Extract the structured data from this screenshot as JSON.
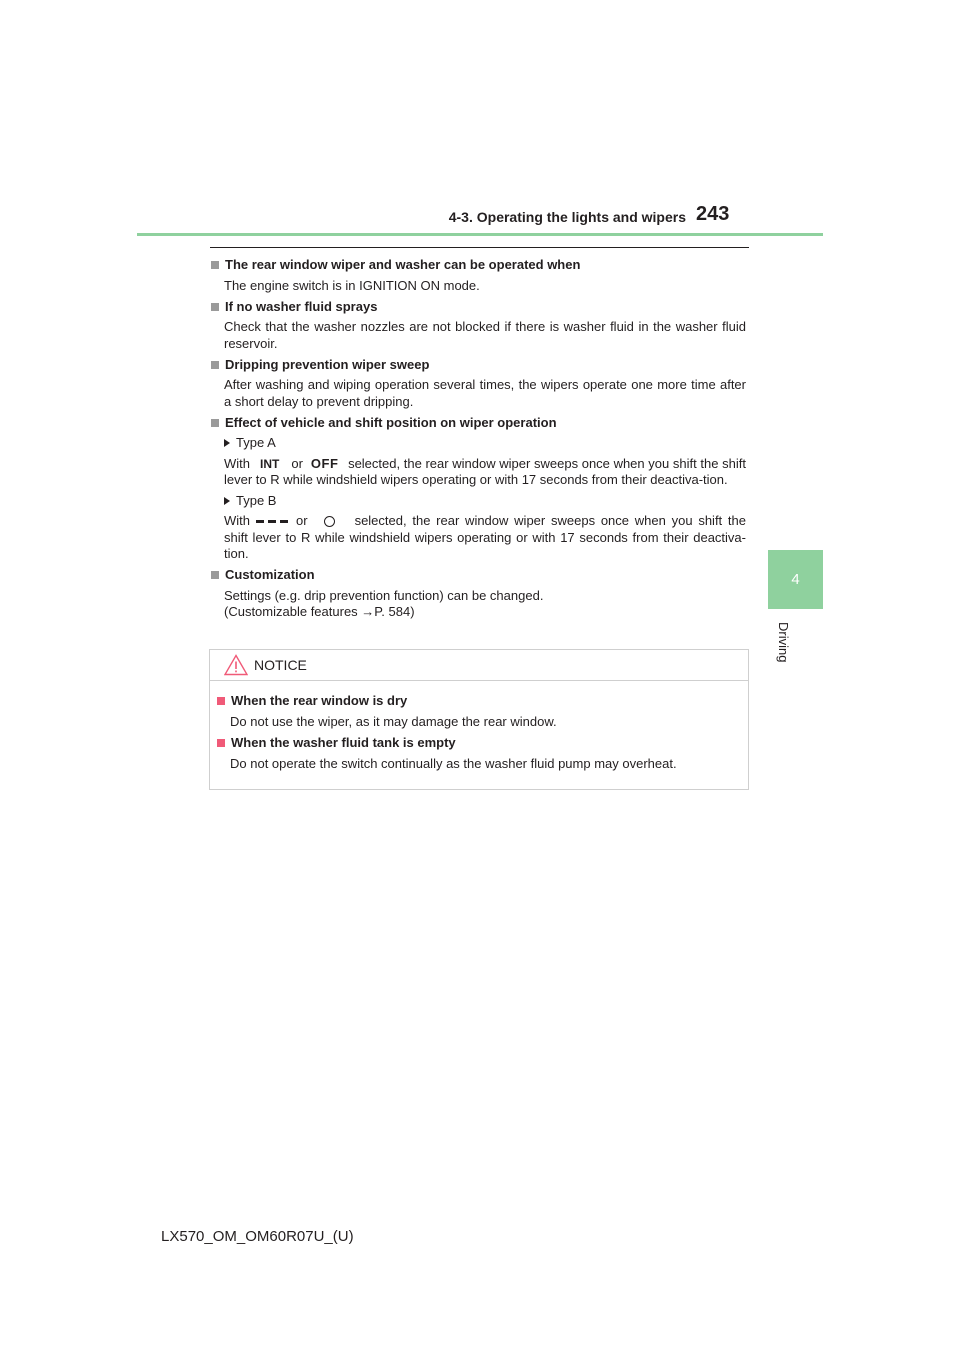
{
  "header": {
    "section_title": "4-3. Operating the lights and wipers",
    "page_number": "243"
  },
  "chapter_tab": {
    "number": "4",
    "label": "Driving",
    "color": "#8fd19e"
  },
  "sections": [
    {
      "heading": "The rear window wiper and washer can be operated when",
      "text": "The engine switch is in IGNITION ON mode."
    },
    {
      "heading": "If no washer fluid sprays",
      "text": "Check that the washer nozzles are not blocked if there is washer fluid in the washer fluid reservoir."
    },
    {
      "heading": "Dripping prevention wiper sweep",
      "text": "After washing and wiping operation several times, the wipers operate one more time after a short delay to prevent dripping."
    },
    {
      "heading": "Effect of vehicle and shift position on wiper operation",
      "type_a": {
        "label": "Type A",
        "with": "With",
        "or": "or",
        "sym_int": "INT",
        "sym_off": "OFF",
        "text": "selected, the rear window wiper sweeps once when you shift the shift lever to R while windshield wipers operating or with 17 seconds from their deactiva-tion."
      },
      "type_b": {
        "label": "Type B",
        "with": "With",
        "or": "or",
        "sym_dash": "dashed-line-icon",
        "sym_circle": "circle-icon",
        "text": "selected, the rear window wiper sweeps once when you shift the shift lever to R while windshield wipers operating or with 17 seconds from their deactiva-tion."
      }
    },
    {
      "heading": "Customization",
      "line1": "Settings (e.g. drip prevention function) can be changed.",
      "line2": "(Customizable features →P. 584)"
    }
  ],
  "notice": {
    "title": "NOTICE",
    "icon": "warning-triangle-icon",
    "accent_color": "#f05a78",
    "items": [
      {
        "heading": "When the rear window is dry",
        "text": "Do not use the wiper, as it may damage the rear window."
      },
      {
        "heading": "When the washer fluid tank is empty",
        "text": "Do not operate the switch continually as the washer fluid pump may overheat."
      }
    ]
  },
  "footer": {
    "code": "LX570_OM_OM60R07U_(U)"
  }
}
